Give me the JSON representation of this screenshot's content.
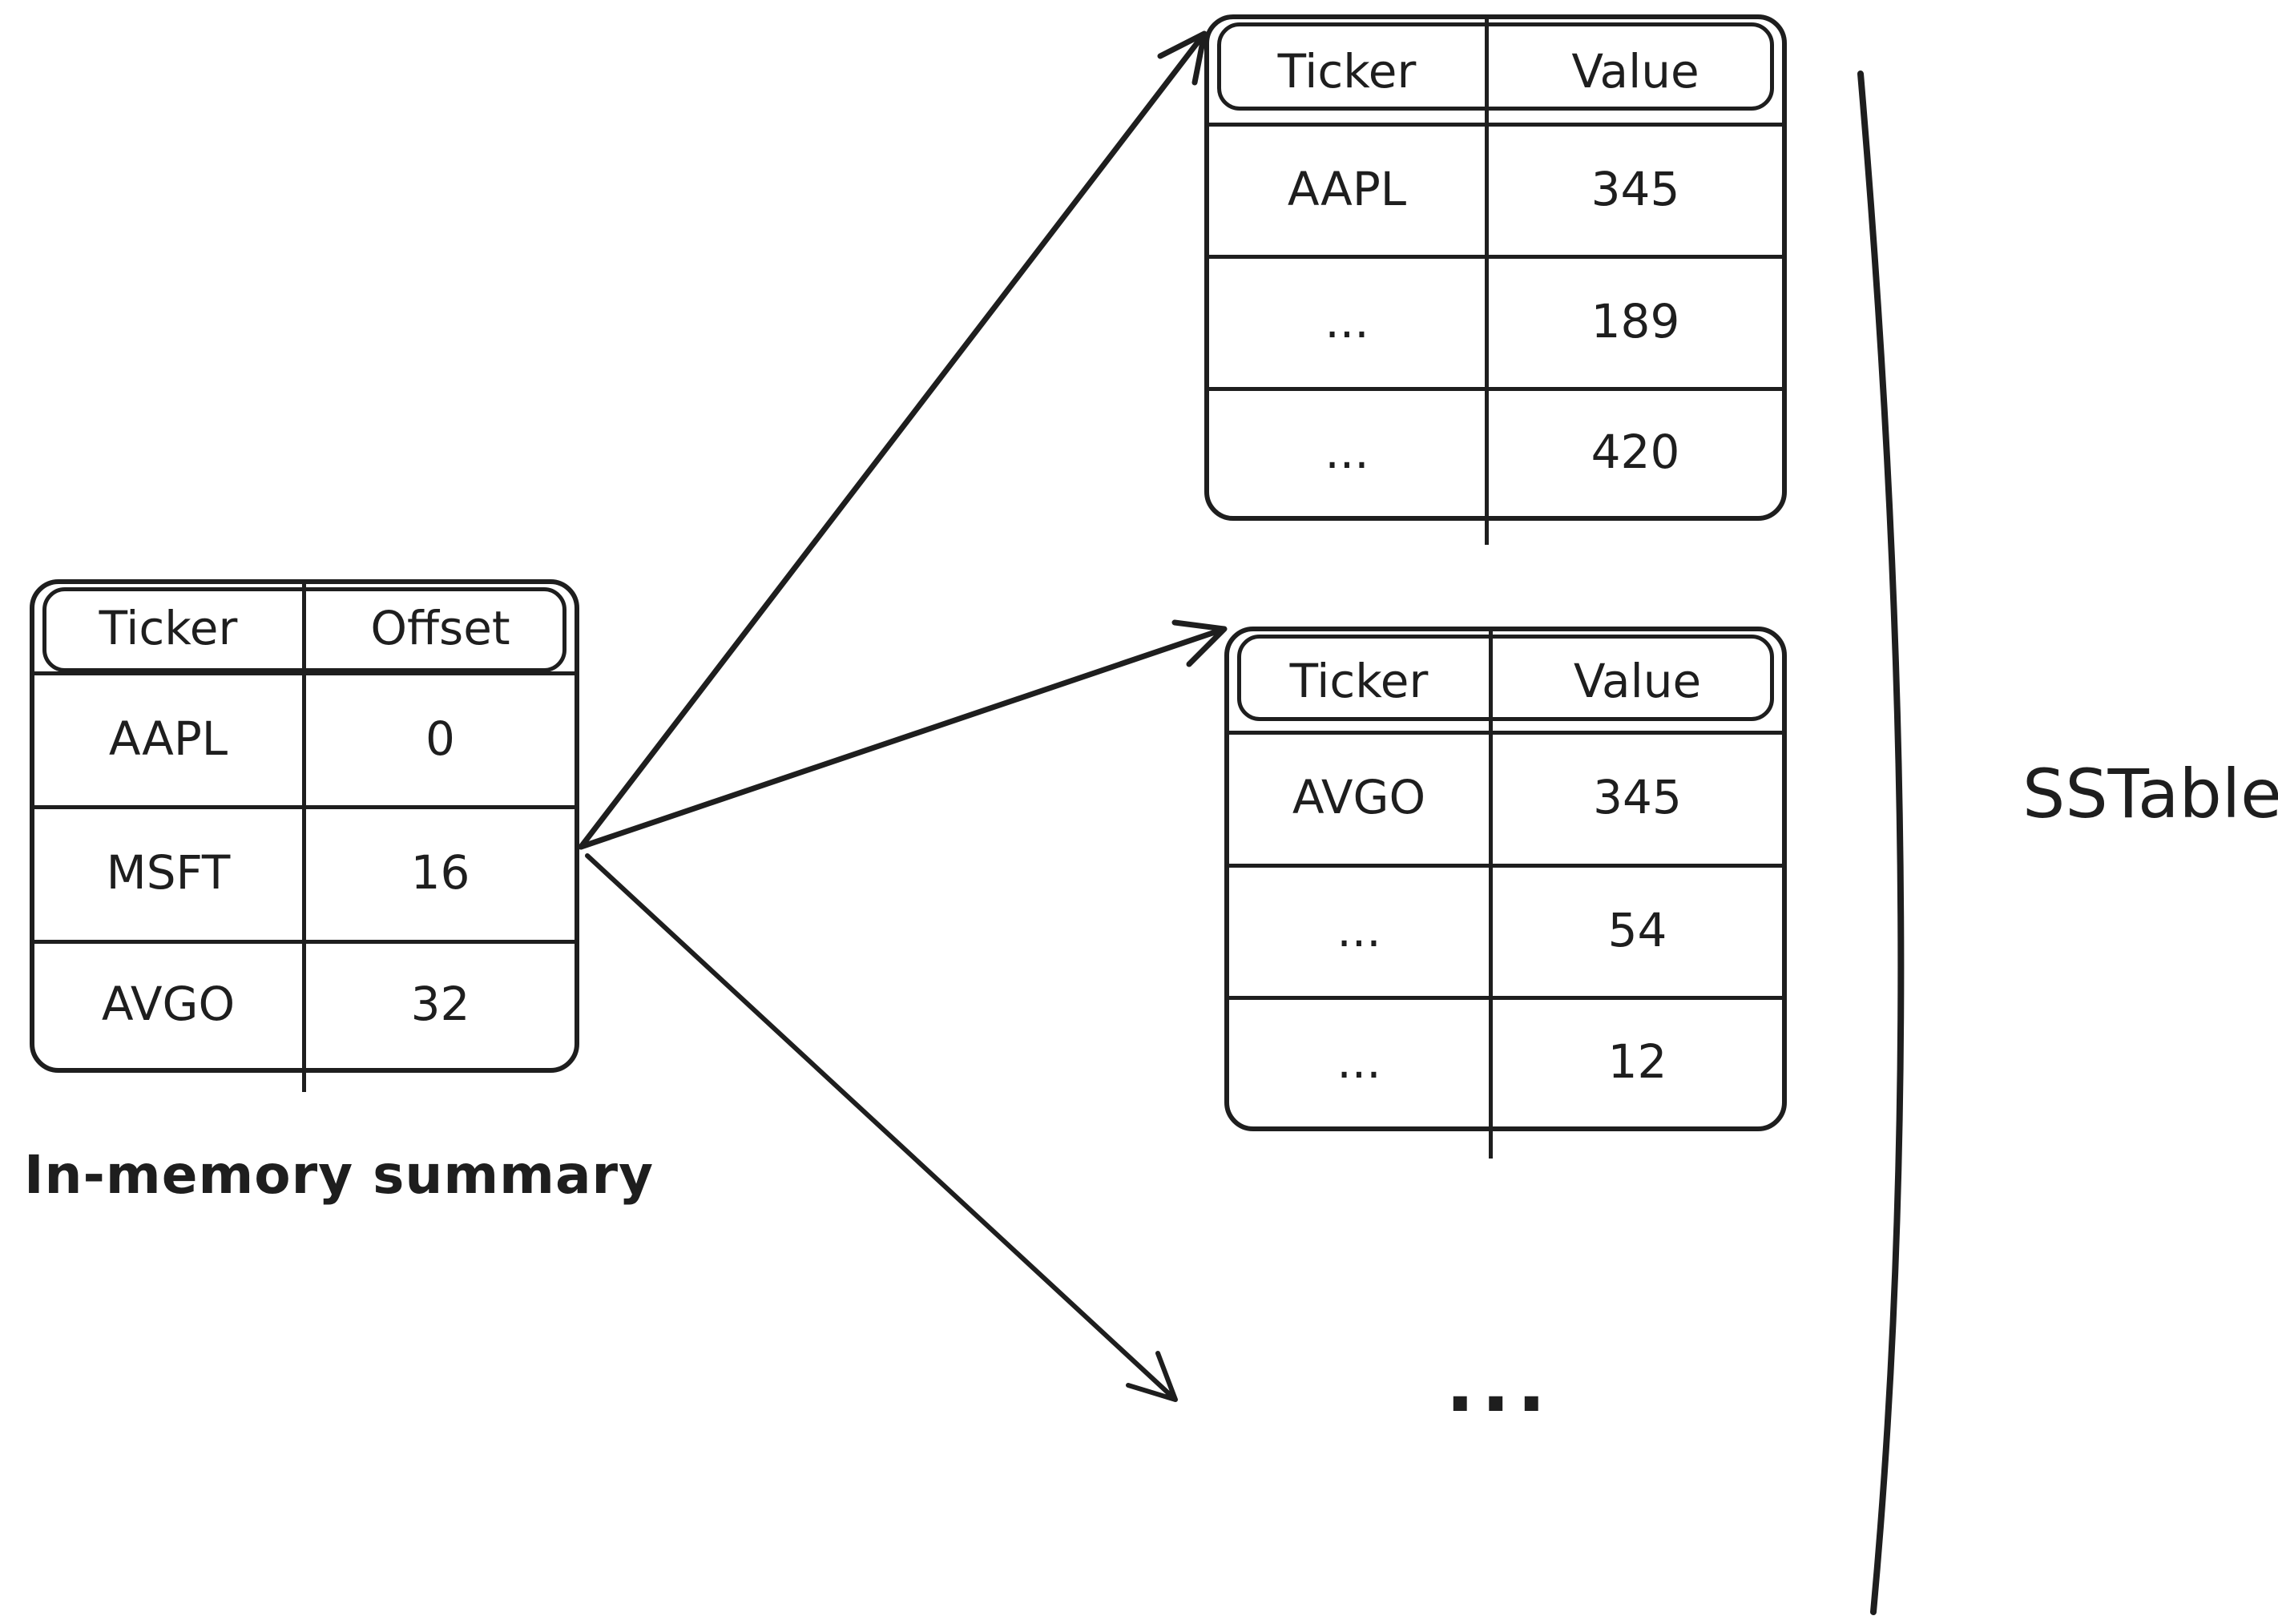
{
  "summary_table": {
    "caption": "In-memory summary",
    "columns": [
      "Ticker",
      "Offset"
    ],
    "rows": [
      {
        "ticker": "AAPL",
        "value": "0"
      },
      {
        "ticker": "MSFT",
        "value": "16"
      },
      {
        "ticker": "AVGO",
        "value": "32"
      }
    ]
  },
  "sstable_block_1": {
    "columns": [
      "Ticker",
      "Value"
    ],
    "rows": [
      {
        "ticker": "AAPL",
        "value": "345"
      },
      {
        "ticker": "...",
        "value": "189"
      },
      {
        "ticker": "...",
        "value": "420"
      }
    ]
  },
  "sstable_block_2": {
    "columns": [
      "Ticker",
      "Value"
    ],
    "rows": [
      {
        "ticker": "AVGO",
        "value": "345"
      },
      {
        "ticker": "...",
        "value": "54"
      },
      {
        "ticker": "...",
        "value": "12"
      }
    ]
  },
  "more_blocks_ellipsis": "...",
  "sstable_label": "SSTable",
  "colors": {
    "stroke": "#1e1e1e",
    "background": "#ffffff"
  }
}
